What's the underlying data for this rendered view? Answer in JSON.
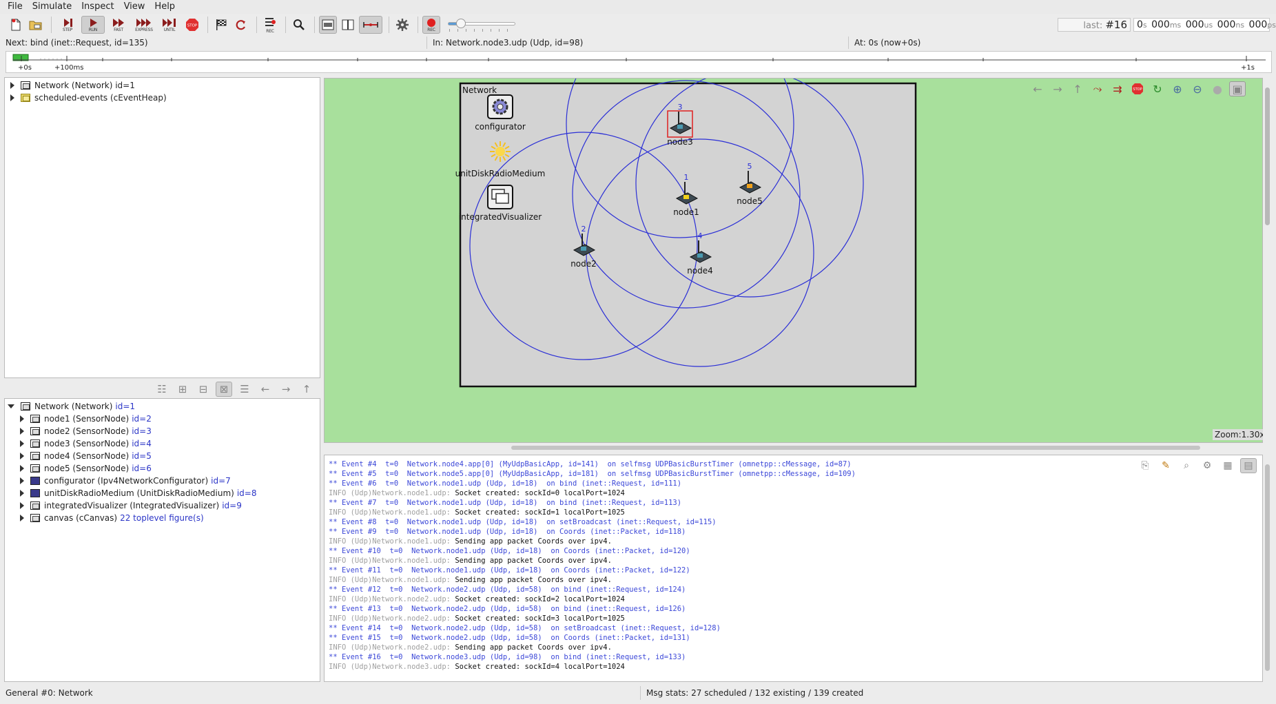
{
  "menu": [
    "File",
    "Simulate",
    "Inspect",
    "View",
    "Help"
  ],
  "toolbar": {
    "step": "STEP",
    "run": "RUN",
    "fast": "FAST",
    "express": "EXPRESS",
    "until": "UNTIL",
    "rec": "REC"
  },
  "event_counter": {
    "prefix": "last: ",
    "value": "#16"
  },
  "simtime": {
    "s": "0",
    "ms": "000",
    "us": "000",
    "ns": "000",
    "ps": "000",
    "u_s": "s",
    "u_ms": "ms",
    "u_us": "us",
    "u_ns": "ns",
    "u_ps": "ps"
  },
  "status": {
    "next": "Next: bind (inet::Request, id=135)",
    "in": "In: Network.node3.udp (Udp, id=98)",
    "at": "At: 0s (now+0s)"
  },
  "timeline": {
    "labels": [
      "+0s",
      "+100ms",
      "+1s"
    ]
  },
  "object_tree": [
    {
      "name": "Network (Network) id=1",
      "icon": "network"
    },
    {
      "name": "scheduled-events (cEventHeap)",
      "icon": "queue"
    }
  ],
  "module_tree": {
    "root_label": "Network (Network)",
    "root_id": "id=1",
    "children": [
      {
        "label": "node1 (SensorNode)",
        "id": "id=2"
      },
      {
        "label": "node2 (SensorNode)",
        "id": "id=3"
      },
      {
        "label": "node3 (SensorNode)",
        "id": "id=4"
      },
      {
        "label": "node4 (SensorNode)",
        "id": "id=5"
      },
      {
        "label": "node5 (SensorNode)",
        "id": "id=6"
      },
      {
        "label": "configurator (Ipv4NetworkConfigurator)",
        "id": "id=7"
      },
      {
        "label": "unitDiskRadioMedium (UnitDiskRadioMedium)",
        "id": "id=8"
      },
      {
        "label": "integratedVisualizer (IntegratedVisualizer)",
        "id": "id=9"
      },
      {
        "label": "canvas (cCanvas)",
        "id": "22 toplevel figure(s)"
      }
    ]
  },
  "network": {
    "title": "Network",
    "submodules": [
      "configurator",
      "unitDiskRadioMedium",
      "integratedVisualizer"
    ],
    "nodes": [
      {
        "name": "node1",
        "num": "1"
      },
      {
        "name": "node2",
        "num": "2"
      },
      {
        "name": "node3",
        "num": "3"
      },
      {
        "name": "node4",
        "num": "4"
      },
      {
        "name": "node5",
        "num": "5"
      }
    ],
    "zoom": "Zoom:1.30x"
  },
  "log": [
    {
      "t": "ev",
      "text": "** Event #4  t=0  Network.node4.app[0] (MyUdpBasicApp, id=141)  on selfmsg UDPBasicBurstTimer (omnetpp::cMessage, id=87)"
    },
    {
      "t": "ev",
      "text": "** Event #5  t=0  Network.node5.app[0] (MyUdpBasicApp, id=181)  on selfmsg UDPBasicBurstTimer (omnetpp::cMessage, id=109)"
    },
    {
      "t": "ev",
      "text": "** Event #6  t=0  Network.node1.udp (Udp, id=18)  on bind (inet::Request, id=111)"
    },
    {
      "t": "info",
      "pfx": "INFO (Udp)Network.node1.udp:",
      "text": " Socket created: sockId=0 localPort=1024"
    },
    {
      "t": "ev",
      "text": "** Event #7  t=0  Network.node1.udp (Udp, id=18)  on bind (inet::Request, id=113)"
    },
    {
      "t": "info",
      "pfx": "INFO (Udp)Network.node1.udp:",
      "text": " Socket created: sockId=1 localPort=1025"
    },
    {
      "t": "ev",
      "text": "** Event #8  t=0  Network.node1.udp (Udp, id=18)  on setBroadcast (inet::Request, id=115)"
    },
    {
      "t": "ev",
      "text": "** Event #9  t=0  Network.node1.udp (Udp, id=18)  on Coords (inet::Packet, id=118)"
    },
    {
      "t": "info",
      "pfx": "INFO (Udp)Network.node1.udp:",
      "text": " Sending app packet Coords over ipv4."
    },
    {
      "t": "ev",
      "text": "** Event #10  t=0  Network.node1.udp (Udp, id=18)  on Coords (inet::Packet, id=120)"
    },
    {
      "t": "info",
      "pfx": "INFO (Udp)Network.node1.udp:",
      "text": " Sending app packet Coords over ipv4."
    },
    {
      "t": "ev",
      "text": "** Event #11  t=0  Network.node1.udp (Udp, id=18)  on Coords (inet::Packet, id=122)"
    },
    {
      "t": "info",
      "pfx": "INFO (Udp)Network.node1.udp:",
      "text": " Sending app packet Coords over ipv4."
    },
    {
      "t": "ev",
      "text": "** Event #12  t=0  Network.node2.udp (Udp, id=58)  on bind (inet::Request, id=124)"
    },
    {
      "t": "info",
      "pfx": "INFO (Udp)Network.node2.udp:",
      "text": " Socket created: sockId=2 localPort=1024"
    },
    {
      "t": "ev",
      "text": "** Event #13  t=0  Network.node2.udp (Udp, id=58)  on bind (inet::Request, id=126)"
    },
    {
      "t": "info",
      "pfx": "INFO (Udp)Network.node2.udp:",
      "text": " Socket created: sockId=3 localPort=1025"
    },
    {
      "t": "ev",
      "text": "** Event #14  t=0  Network.node2.udp (Udp, id=58)  on setBroadcast (inet::Request, id=128)"
    },
    {
      "t": "ev",
      "text": "** Event #15  t=0  Network.node2.udp (Udp, id=58)  on Coords (inet::Packet, id=131)"
    },
    {
      "t": "info",
      "pfx": "INFO (Udp)Network.node2.udp:",
      "text": " Sending app packet Coords over ipv4."
    },
    {
      "t": "ev",
      "text": "** Event #16  t=0  Network.node3.udp (Udp, id=98)  on bind (inet::Request, id=133)"
    },
    {
      "t": "info",
      "pfx": "INFO (Udp)Network.node3.udp:",
      "text": " Socket created: sockId=4 localPort=1024"
    }
  ],
  "bottom": {
    "left": "General #0: Network",
    "right": "Msg stats: 27 scheduled / 132 existing / 139 created"
  },
  "colors": {
    "canvas_bg": "#a8e09c",
    "network_bg": "#d3d3d3",
    "range_circle": "#2b2fd6",
    "log_event": "#3c48d8"
  }
}
